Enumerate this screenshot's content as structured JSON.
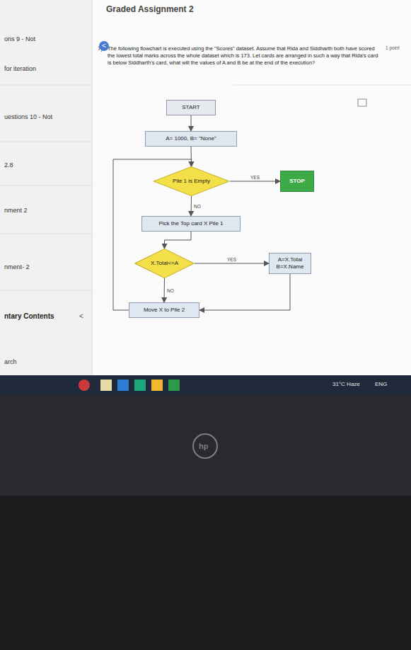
{
  "diagram": {
    "title": "Graded Assignment 2",
    "nodes": [
      {
        "text": [
          "START"
        ]
      },
      {
        "text": [
          "A= 1000, B= \"None\""
        ]
      },
      {
        "text": [
          "Pile 1 is Empty"
        ]
      },
      {
        "text": [
          "STOP"
        ]
      },
      {
        "text": [
          "Pick the Top card X Pile 1"
        ]
      },
      {
        "text": [
          "X.Total<=A"
        ]
      },
      {
        "text": [
          "A=X.Total",
          "B=X.Name"
        ]
      },
      {
        "text": [
          "Move X to Pile 2"
        ]
      }
    ],
    "edges": [
      {
        "from": 0,
        "to": 1,
        "arrow": "to"
      },
      {
        "from": 1,
        "to": 2,
        "arrow": "to"
      },
      {
        "from": 2,
        "to": 3,
        "label": "YES",
        "arrow": "to"
      },
      {
        "from": 2,
        "to": 4,
        "label": "NO",
        "arrow": "to"
      },
      {
        "from": 4,
        "to": 5,
        "arrow": "to"
      },
      {
        "from": 5,
        "to": 6,
        "label": "YES",
        "arrow": "to"
      },
      {
        "from": 5,
        "to": 7,
        "label": "NO",
        "arrow": "to"
      },
      {
        "from": 6,
        "to": 7,
        "arrow": "to"
      },
      {
        "from": 7,
        "to": 2,
        "arrow": "to"
      }
    ],
    "labels": [
      "7)",
      "The following flowchart is executed using the \"Scores\" dataset. Assume that Rida and Siddharth both have scored the lowest total marks across the whole dataset which is 173. Let cards are arranged in such a way that Rida's card is below Siddharth's card, what will the values of A and B be at the end of the execution?",
      "1 point",
      "ons 9 - Not",
      "for iteration",
      "uestions 10 - Not",
      "2.8",
      "nment 2",
      "nment- 2",
      "ntary Contents",
      "arch",
      "<",
      "<",
      "31°C Haze",
      "ENG",
      "hp"
    ]
  }
}
